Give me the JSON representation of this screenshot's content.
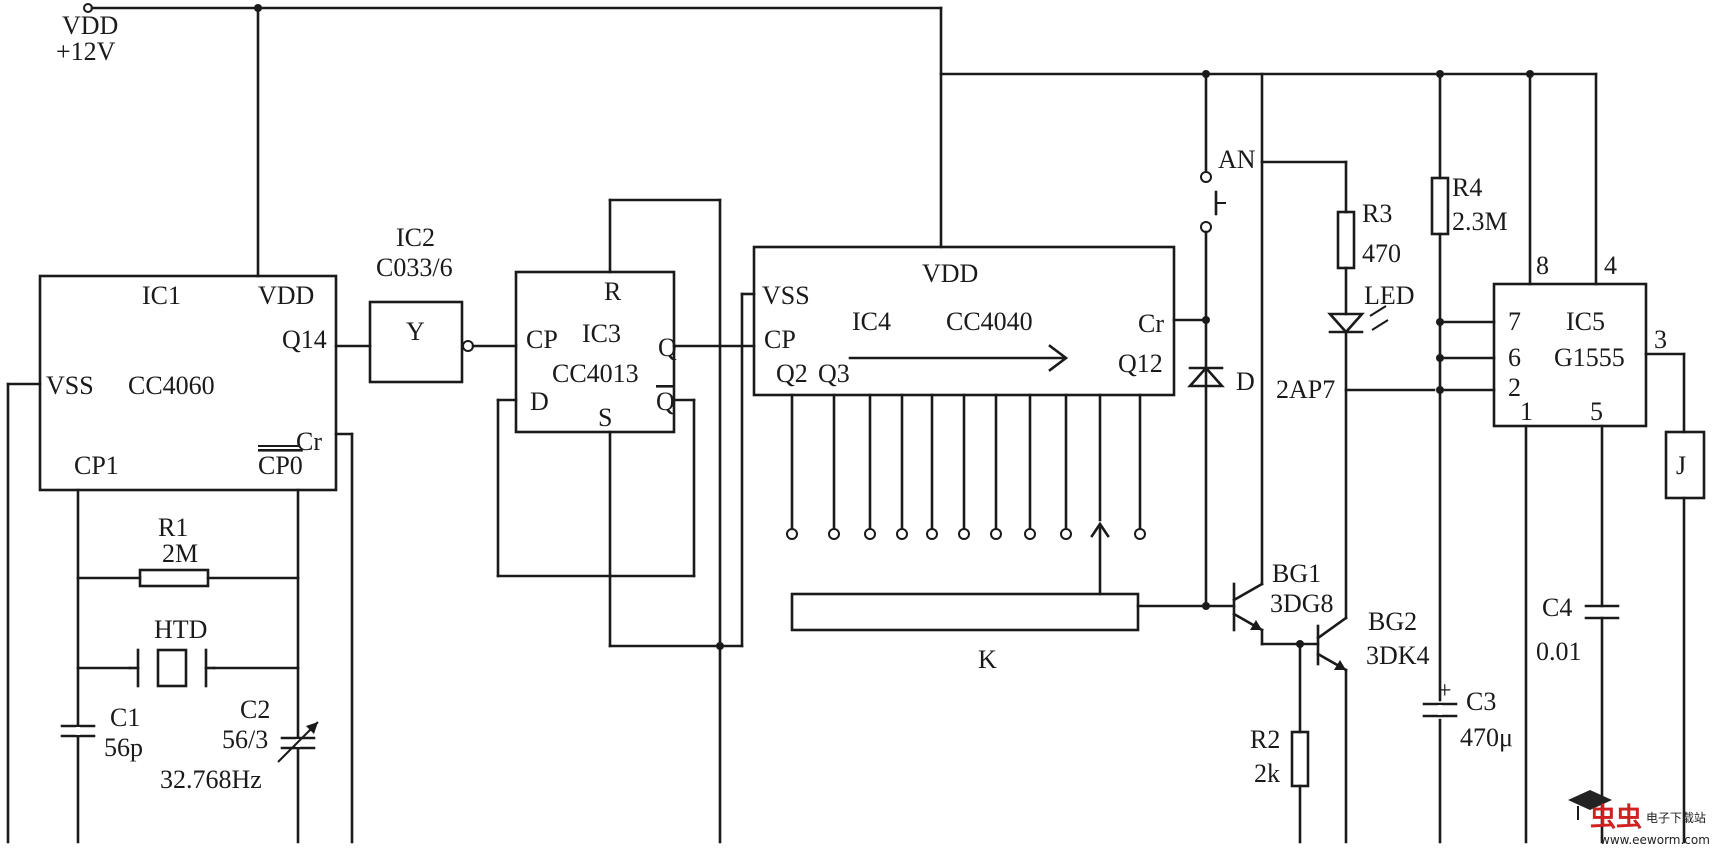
{
  "supply": {
    "name": "VDD",
    "voltage": "+12V"
  },
  "ic1": {
    "ref": "IC1",
    "part": "CC4060",
    "pins": {
      "vdd": "VDD",
      "vss": "VSS",
      "q14": "Q14",
      "cp1": "CP1",
      "cp0": "CP0",
      "cr": "Cr"
    }
  },
  "ic2": {
    "ref": "IC2",
    "part": "C033/6",
    "symbol": "Y"
  },
  "ic3": {
    "ref": "IC3",
    "part": "CC4013",
    "pins": {
      "r": "R",
      "cp": "CP",
      "d": "D",
      "q": "Q",
      "qbar": "Q",
      "s": "S"
    }
  },
  "ic4": {
    "ref": "IC4",
    "part": "CC4040",
    "pins": {
      "vdd": "VDD",
      "vss": "VSS",
      "cp": "CP",
      "q2": "Q2",
      "q3": "Q3",
      "cr": "Cr",
      "q12": "Q12"
    }
  },
  "ic5": {
    "ref": "IC5",
    "part": "G1555",
    "pins": {
      "p8": "8",
      "p4": "4",
      "p7": "7",
      "p6": "6",
      "p2": "2",
      "p1": "1",
      "p5": "5",
      "p3": "3"
    }
  },
  "components": {
    "r1": {
      "ref": "R1",
      "value": "2M"
    },
    "htd": {
      "ref": "HTD"
    },
    "c1": {
      "ref": "C1",
      "value": "56p"
    },
    "c2": {
      "ref": "C2",
      "value": "56/3"
    },
    "freq": "32.768Hz",
    "k": "K",
    "an": "AN",
    "diode": "D",
    "r3": {
      "ref": "R3",
      "value": "470"
    },
    "led": "LED",
    "ap7": "2AP7",
    "r4": {
      "ref": "R4",
      "value": "2.3M"
    },
    "bg1": {
      "ref": "BG1",
      "part": "3DG8"
    },
    "bg2": {
      "ref": "BG2",
      "part": "3DK4"
    },
    "r2": {
      "ref": "R2",
      "value": "2k"
    },
    "c3": {
      "ref": "C3",
      "value": "470μ"
    },
    "c4": {
      "ref": "C4",
      "value": "0.01"
    },
    "relay": "J"
  },
  "watermark": {
    "logo": "虫虫",
    "name": "电子下载站",
    "url": "www.eeworm.com"
  }
}
